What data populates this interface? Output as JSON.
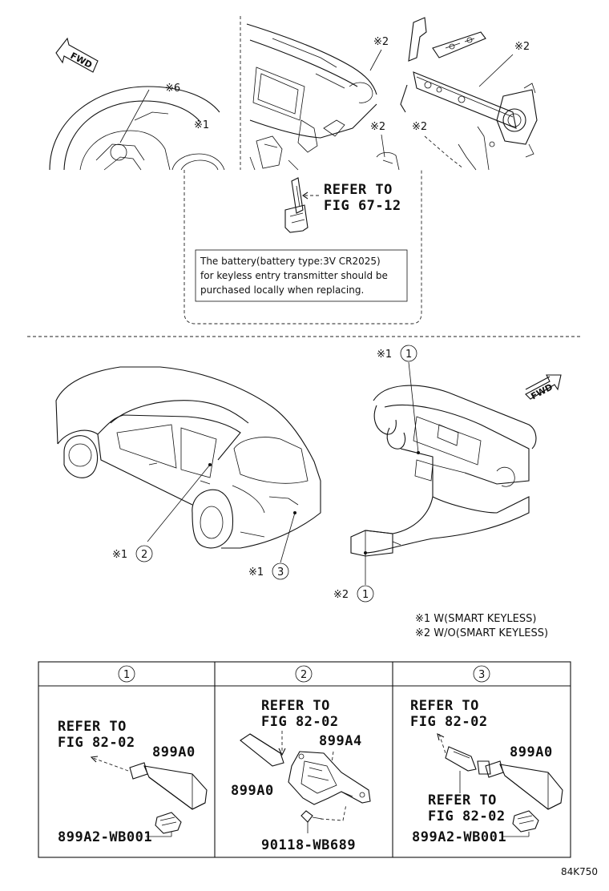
{
  "diagram_code": "84K750",
  "top": {
    "fwd": "FWD",
    "callouts": [
      "※6",
      "※1",
      "※2",
      "※2",
      "※2",
      "※2"
    ],
    "refer": [
      "REFER TO",
      "FIG 67-12"
    ],
    "note": [
      "The battery(battery type:3V CR2025)",
      "for keyless entry transmitter should be",
      "purchased locally when replacing."
    ]
  },
  "middle": {
    "fwd": "FWD",
    "callouts": [
      {
        "mark": "※1",
        "num": "1"
      },
      {
        "mark": "※1",
        "num": "2"
      },
      {
        "mark": "※1",
        "num": "3"
      },
      {
        "mark": "※2",
        "num": "1"
      }
    ],
    "legend": [
      "※1 W(SMART KEYLESS)",
      "※2 W/O(SMART KEYLESS)"
    ]
  },
  "table": {
    "headers": [
      "1",
      "2",
      "3"
    ],
    "panel1": {
      "refer": [
        "REFER TO",
        "FIG 82-02"
      ],
      "part": "899A0",
      "part2": "899A2-WB001"
    },
    "panel2": {
      "refer": [
        "REFER TO",
        "FIG 82-02"
      ],
      "part_a": "899A4",
      "part_b": "899A0",
      "part_c": "90118-WB689"
    },
    "panel3": {
      "refer": [
        "REFER TO",
        "FIG 82-02"
      ],
      "part": "899A0",
      "refer2": [
        "REFER TO",
        "FIG 82-02"
      ],
      "part2": "899A2-WB001"
    }
  }
}
